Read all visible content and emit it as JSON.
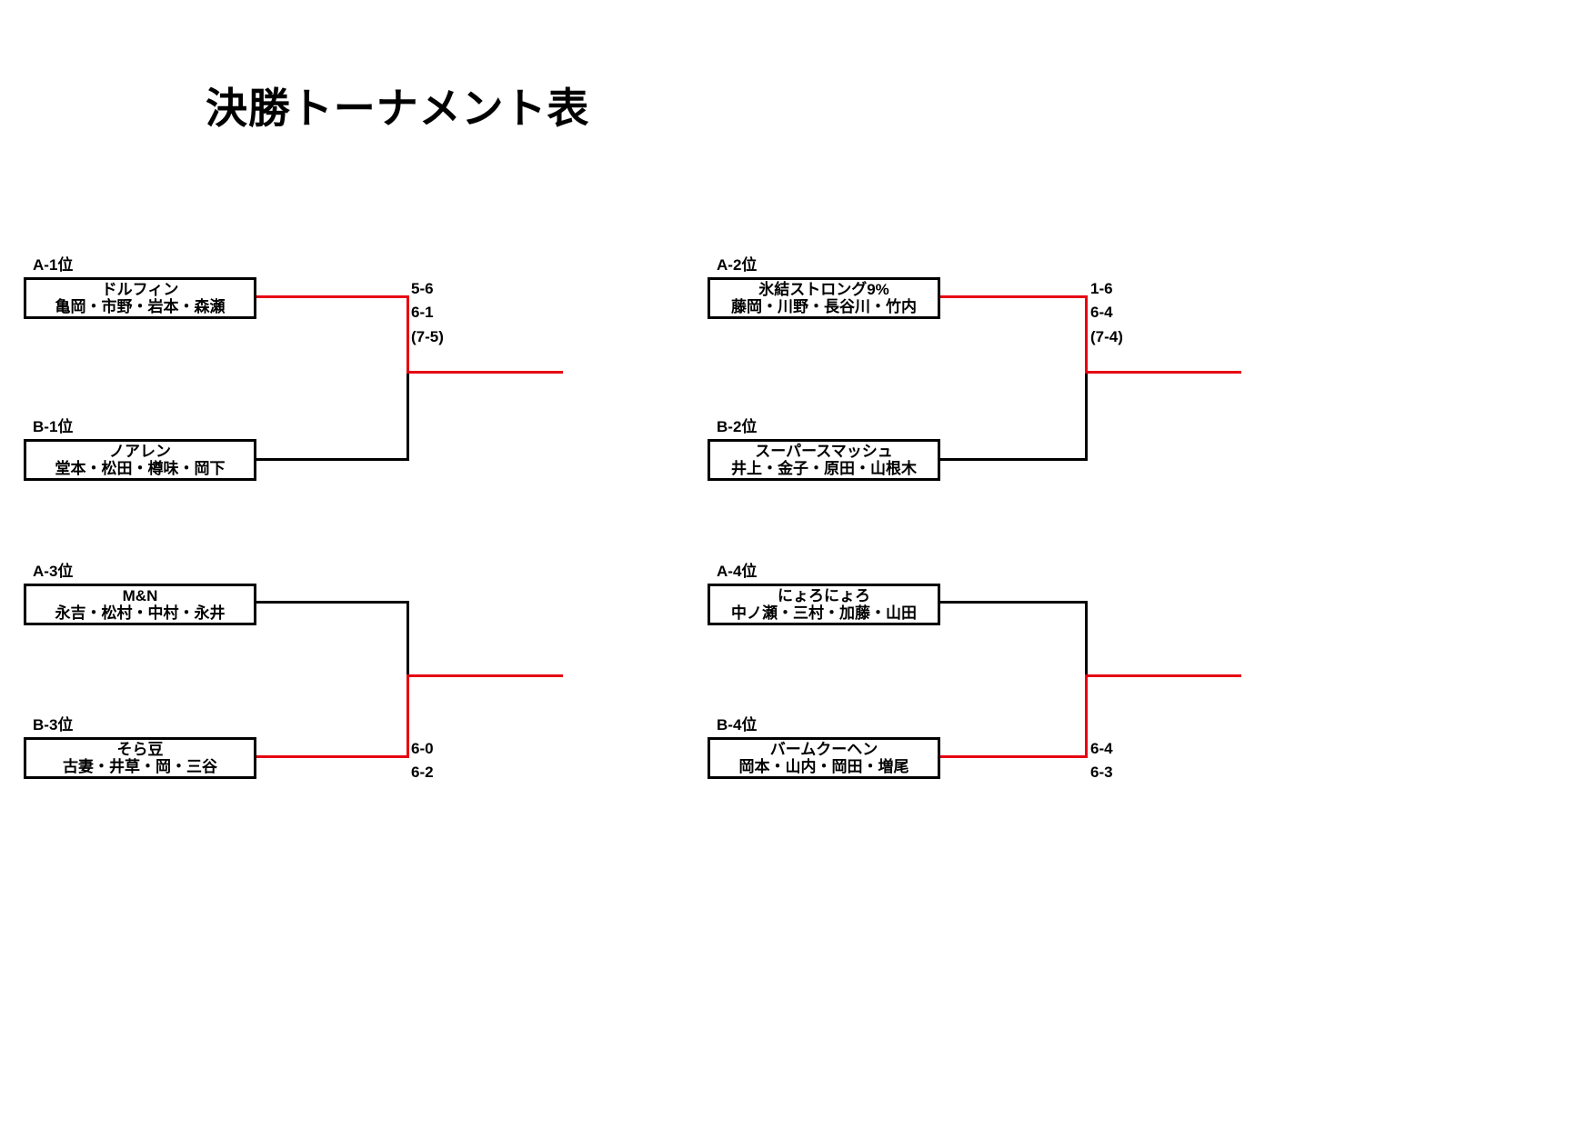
{
  "title": "決勝トーナメント表",
  "colors": {
    "winner_line": "#e60012",
    "line": "#000000",
    "background": "#ffffff",
    "text": "#000000"
  },
  "brackets": [
    {
      "id": "top-left",
      "teams": [
        {
          "seed": "A-1位",
          "name": "ドルフィン",
          "members": "亀岡・市野・岩本・森瀬",
          "winner": true
        },
        {
          "seed": "B-1位",
          "name": "ノアレン",
          "members": "堂本・松田・樽味・岡下",
          "winner": false
        }
      ],
      "scores": [
        "5-6",
        "6-1",
        "(7-5)"
      ]
    },
    {
      "id": "top-right",
      "teams": [
        {
          "seed": "A-2位",
          "name": "氷結ストロング9%",
          "members": "藤岡・川野・長谷川・竹内",
          "winner": true
        },
        {
          "seed": "B-2位",
          "name": "スーパースマッシュ",
          "members": "井上・金子・原田・山根木",
          "winner": false
        }
      ],
      "scores": [
        "1-6",
        "6-4",
        "(7-4)"
      ]
    },
    {
      "id": "bottom-left",
      "teams": [
        {
          "seed": "A-3位",
          "name": "M&N",
          "members": "永吉・松村・中村・永井",
          "winner": false
        },
        {
          "seed": "B-3位",
          "name": "そら豆",
          "members": "古妻・井草・岡・三谷",
          "winner": true
        }
      ],
      "scores": [
        "6-0",
        "6-2"
      ]
    },
    {
      "id": "bottom-right",
      "teams": [
        {
          "seed": "A-4位",
          "name": "にょろにょろ",
          "members": "中ノ瀬・三村・加藤・山田",
          "winner": false
        },
        {
          "seed": "B-4位",
          "name": "バームクーヘン",
          "members": "岡本・山内・岡田・増尾",
          "winner": true
        }
      ],
      "scores": [
        "6-4",
        "6-3"
      ]
    }
  ]
}
